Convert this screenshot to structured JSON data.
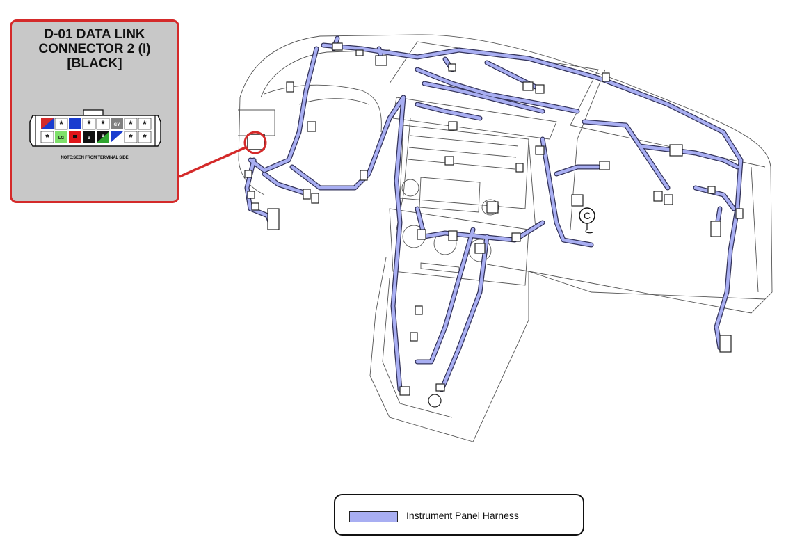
{
  "callout": {
    "title_lines": [
      "D-01 DATA LINK",
      "CONNECTOR 2 (I)",
      "[BLACK]"
    ],
    "note": "NOTE:SEEN FROM TERMINAL SIDE",
    "pins_top": [
      "",
      "*",
      "",
      "*",
      "*",
      "GY",
      "*",
      "*"
    ],
    "pins_bottom": [
      "*",
      "LG",
      "",
      "B",
      "B",
      "",
      "*",
      "*"
    ]
  },
  "ground_symbol": "C",
  "legend": {
    "label": "Instrument Panel Harness"
  },
  "colors": {
    "harness": "#a8aef2",
    "highlight": "#d42a2a",
    "panel": "#c8c8c8"
  }
}
